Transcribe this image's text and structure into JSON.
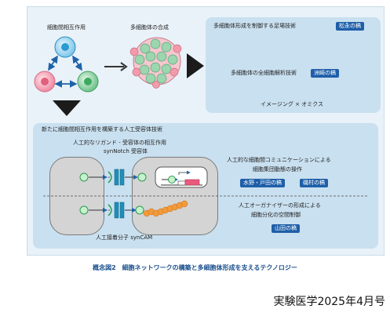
{
  "top": {
    "cell_interaction_label": "細胞間相互作用",
    "multicell_synthesis_label": "多細胞体の合成"
  },
  "right_panel": {
    "scaffold_label": "多細胞体形成を制御する足場技術",
    "scaffold_author": "松永の稿",
    "analysis_label": "多細胞体の全細胞解析技術",
    "analysis_author": "洲崎の稿",
    "imaging_omics_label": "イメージング × オミクス"
  },
  "bottom_panel": {
    "title": "新たに細胞間相互作用を構築する人工受容体技術",
    "ligand_label_line1": "人工的なリガンド - 受容体の相互作用",
    "ligand_label_line2": "synNotch 受容体",
    "adhesion_label": "人工接着分子 synCAM",
    "comm_label_line1": "人工的な細胞間コミュニケーションによる",
    "comm_label_line2": "細胞集団動態の操作",
    "comm_author1": "水野・戸田の稿",
    "comm_author2": "磯村の稿",
    "organizer_label_line1": "人工オーガナイザーの形成による",
    "organizer_label_line2": "細胞分化の空間制御",
    "organizer_author": "山田の稿"
  },
  "caption": "概念図2　細胞ネットワークの構築と多細胞体形成を支えるテクノロジー",
  "source": "実験医学2025年4月号",
  "colors": {
    "frame_bg": "#e9f2f9",
    "panel_bg": "#c9e0f0",
    "badge": "#1f5fa8",
    "caption": "#1a4f8c"
  }
}
